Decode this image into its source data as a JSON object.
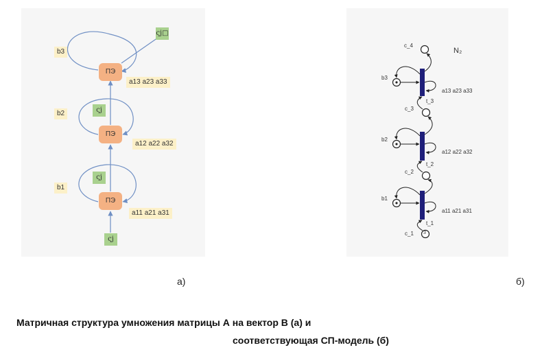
{
  "panel_a": {
    "pe_label": "ПЭ",
    "b_labels": [
      "b3",
      "b2",
      "b1"
    ],
    "a_labels": [
      "a13 a23 a33",
      "a12 a22 a32",
      "a11 a21 a31"
    ],
    "c_symbols": [
      "ςj□",
      "ςj",
      "ςj",
      "ςj"
    ]
  },
  "panel_b": {
    "title": "N₂",
    "places": [
      "c_4",
      "c_3",
      "c_2",
      "c_1"
    ],
    "transitions": [
      "t_3",
      "t_2",
      "t_1"
    ],
    "b_labels": [
      "b3",
      "b2",
      "b1"
    ],
    "a_labels": [
      "a13 a23 a33",
      "a12 a22 a32",
      "a11 a21 a31"
    ],
    "token_count": "3"
  },
  "subfig_labels": {
    "a": "а)",
    "b": "б)"
  },
  "caption": {
    "line1": "Матричная структура умножения матрицы А на вектор В (а) и",
    "line2": "соответствующая СП-модель (б)"
  },
  "colors": {
    "pe_fill": "#f4b183",
    "a_box_fill": "#fcf0c8",
    "c_box_fill": "#a9d18e",
    "transition_fill": "#1f1f7a",
    "arrow": "#6f8fc4"
  }
}
